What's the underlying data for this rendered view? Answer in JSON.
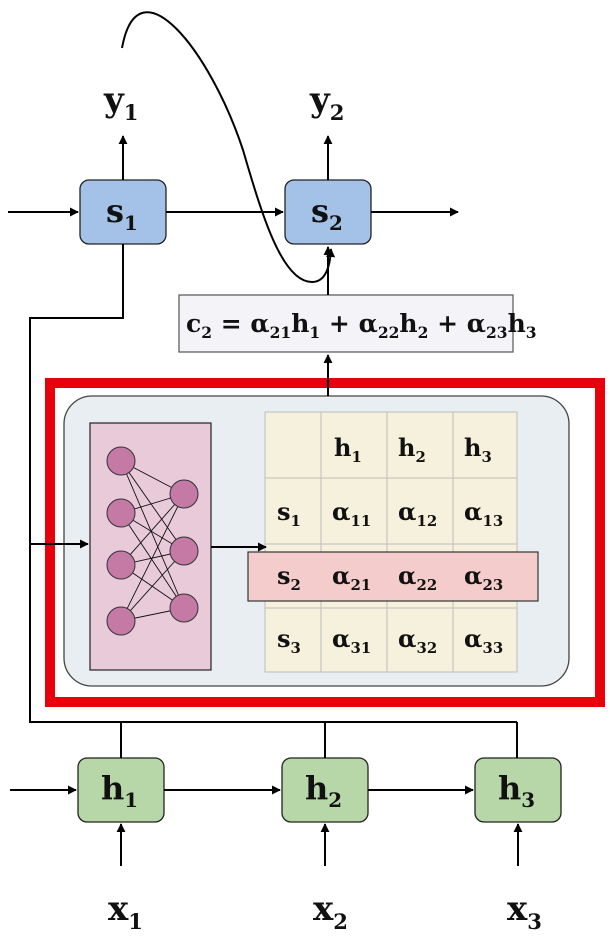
{
  "outputs": [
    {
      "main": "y",
      "sub": "1"
    },
    {
      "main": "y",
      "sub": "2"
    }
  ],
  "decoder_states": [
    {
      "main": "s",
      "sub": "1"
    },
    {
      "main": "s",
      "sub": "2"
    }
  ],
  "encoder_states": [
    {
      "main": "h",
      "sub": "1"
    },
    {
      "main": "h",
      "sub": "2"
    },
    {
      "main": "h",
      "sub": "3"
    }
  ],
  "inputs": [
    {
      "main": "x",
      "sub": "1"
    },
    {
      "main": "x",
      "sub": "2"
    },
    {
      "main": "x",
      "sub": "3"
    }
  ],
  "context_equation": {
    "lhs": {
      "main": "c",
      "sub": "2"
    },
    "terms": [
      {
        "coef": "α",
        "coef_sub": "21",
        "var": "h",
        "var_sub": "1"
      },
      {
        "coef": "α",
        "coef_sub": "22",
        "var": "h",
        "var_sub": "2"
      },
      {
        "coef": "α",
        "coef_sub": "23",
        "var": "h",
        "var_sub": "3"
      }
    ]
  },
  "attention_matrix": {
    "col_headers": [
      {
        "main": "h",
        "sub": "1"
      },
      {
        "main": "h",
        "sub": "2"
      },
      {
        "main": "h",
        "sub": "3"
      }
    ],
    "row_headers": [
      {
        "main": "s",
        "sub": "1"
      },
      {
        "main": "s",
        "sub": "2"
      },
      {
        "main": "s",
        "sub": "3"
      }
    ],
    "cells": [
      [
        {
          "main": "α",
          "sub": "11"
        },
        {
          "main": "α",
          "sub": "12"
        },
        {
          "main": "α",
          "sub": "13"
        }
      ],
      [
        {
          "main": "α",
          "sub": "21"
        },
        {
          "main": "α",
          "sub": "22"
        },
        {
          "main": "α",
          "sub": "23"
        }
      ],
      [
        {
          "main": "α",
          "sub": "31"
        },
        {
          "main": "α",
          "sub": "32"
        },
        {
          "main": "α",
          "sub": "33"
        }
      ]
    ],
    "highlighted_row_index": 1
  },
  "colors": {
    "decoder_fill": "#a4c2e8",
    "encoder_fill": "#b7d7a8",
    "highlight_frame": "#e8000b",
    "panel_fill": "#e9eef2",
    "network_fill": "#e8cad8",
    "neuron_fill": "#c47aa5",
    "matrix_fill": "#f5f1dc",
    "matrix_highlight_fill": "#f4cccc",
    "equation_fill": "#f4f4f8"
  }
}
